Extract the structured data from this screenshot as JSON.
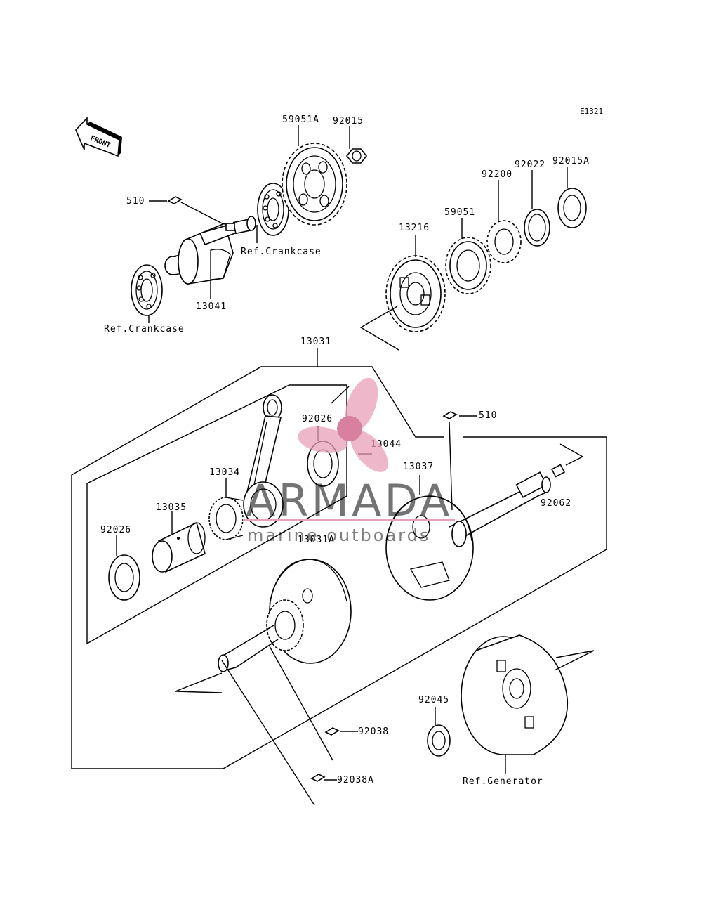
{
  "diagram_code": "E1321",
  "front_arrow_label": "FRONT",
  "watermark": {
    "brand": "ARMADA",
    "tagline": "marine outboards",
    "brand_color": "#e8a0b8"
  },
  "labels": {
    "p59051A": "59051A",
    "p92015": "92015",
    "p510_top": "510",
    "ref_crankcase_1": "Ref.Crankcase",
    "p13041": "13041",
    "ref_crankcase_2": "Ref.Crankcase",
    "p92015A": "92015A",
    "p92022": "92022",
    "p92200": "92200",
    "p59051": "59051",
    "p13216": "13216",
    "p13031": "13031",
    "p92026_top": "92026",
    "p13044": "13044",
    "p510_right": "510",
    "p13034": "13034",
    "p13037": "13037",
    "p92062": "92062",
    "p13035": "13035",
    "p13031A": "13031A",
    "p92026_left": "92026",
    "p92045": "92045",
    "p92038": "92038",
    "p92038A": "92038A",
    "ref_generator": "Ref.Generator"
  }
}
